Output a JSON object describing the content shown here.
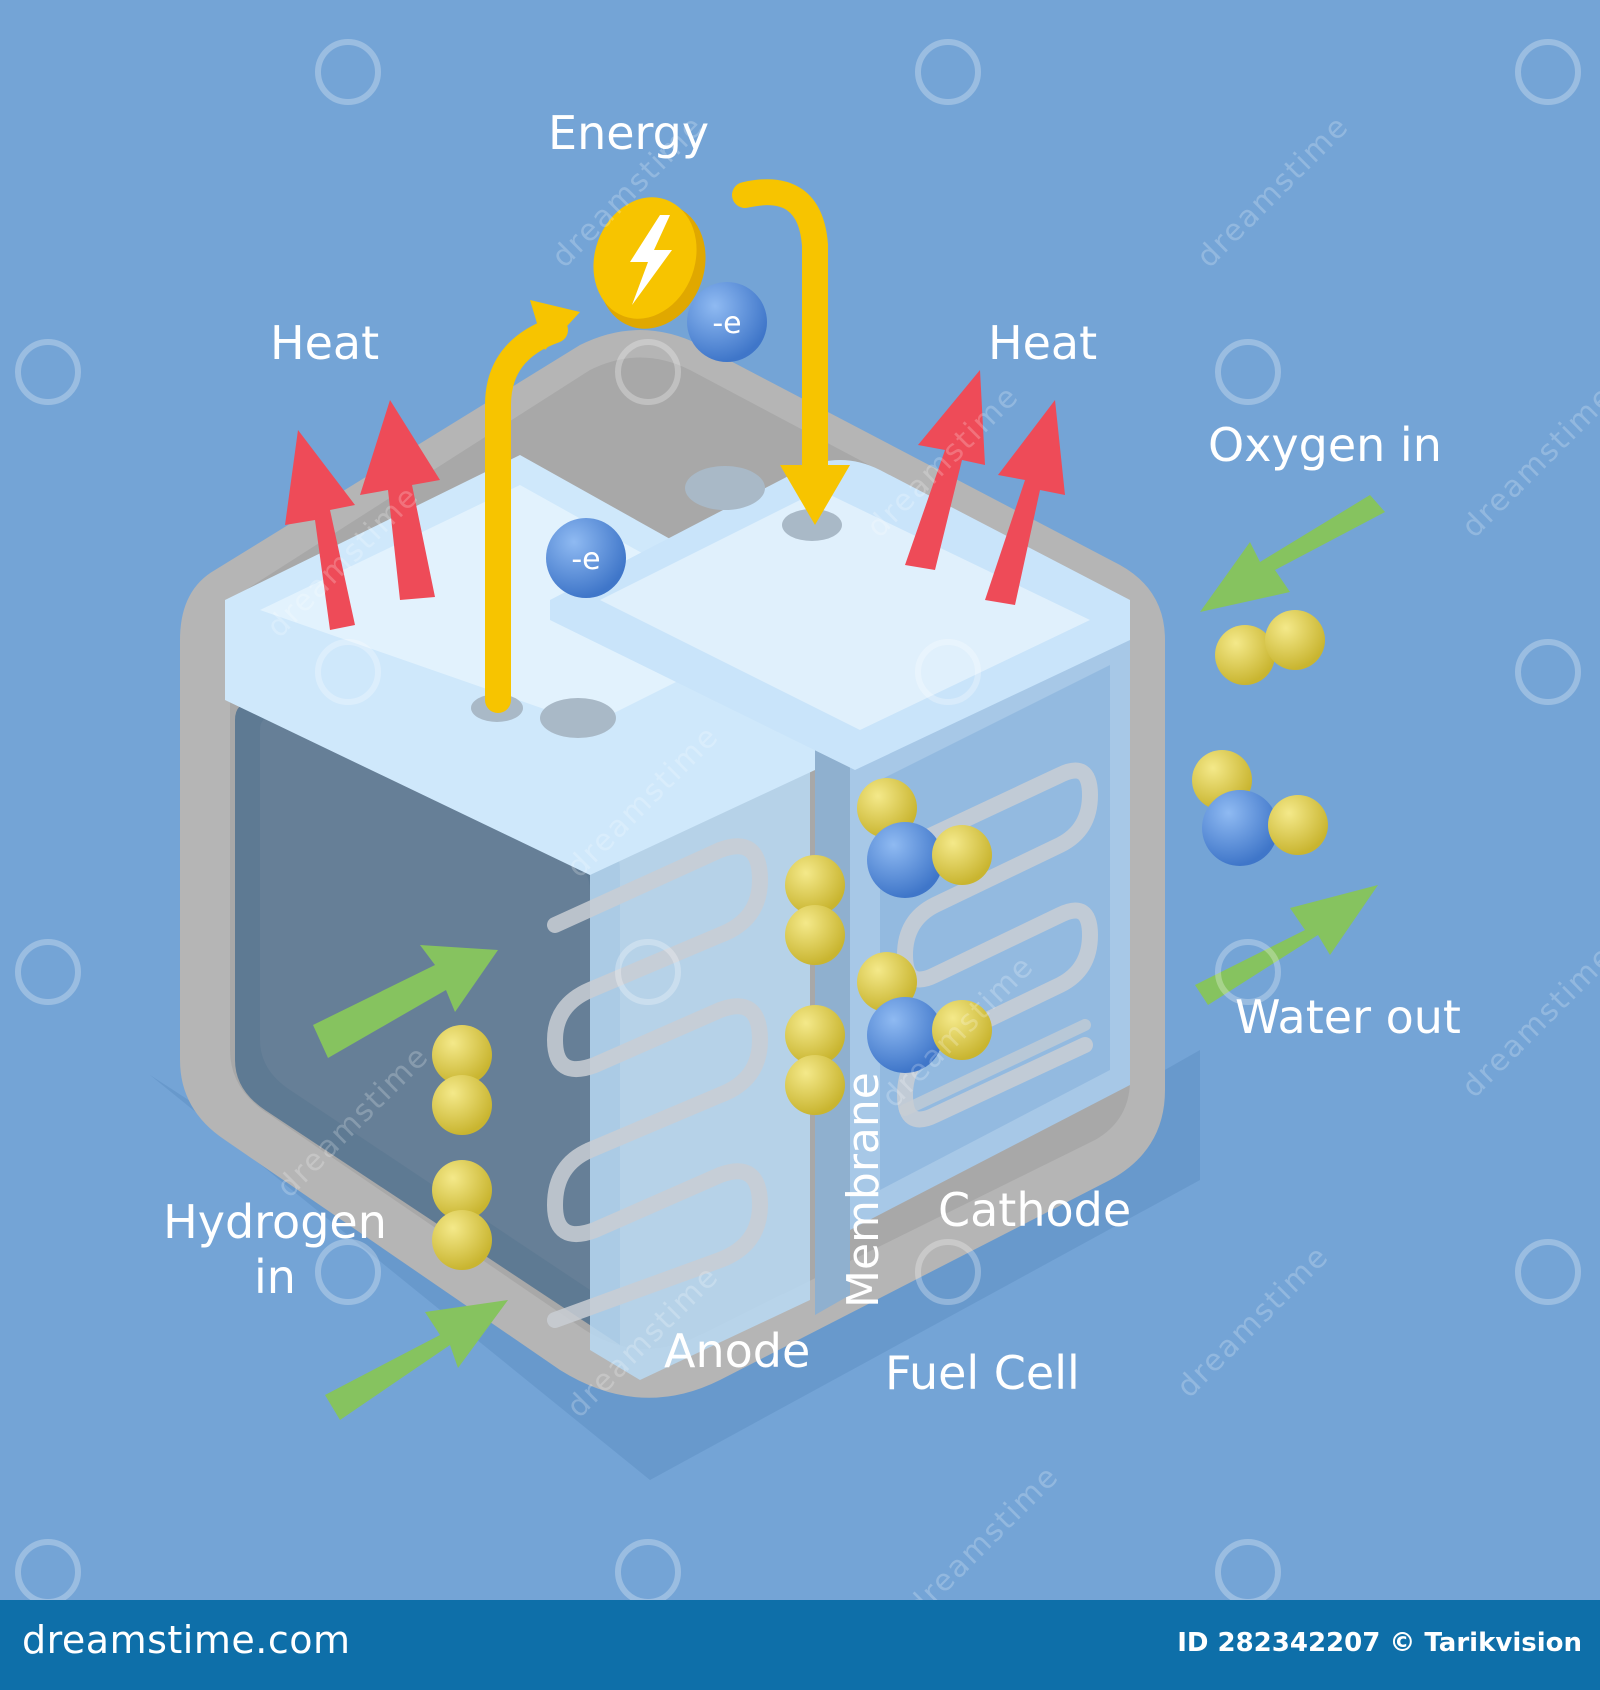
{
  "labels": {
    "energy": "Energy",
    "heat_left": "Heat",
    "heat_right": "Heat",
    "oxygen_in": "Oxygen in",
    "water_out": "Water out",
    "hydrogen_line1": "Hydrogen",
    "hydrogen_line2": "in",
    "membrane": "Membrane",
    "cathode": "Cathode",
    "anode": "Anode",
    "fuel_cell": "Fuel Cell",
    "electron_top": "-e",
    "electron_mid": "-e"
  },
  "footer": {
    "brand": "dreamstime.com",
    "credit": "ID 282342207 © Tarikvision"
  },
  "watermark": {
    "text": "dreamstime"
  },
  "colors": {
    "background": "#74a4d6",
    "heat_arrow": "#ee4b58",
    "flow_arrow": "#86c35f",
    "energy_arrow": "#f7c400",
    "hydrogen_atom": "#dccb44",
    "oxygen_atom": "#4a84d8",
    "footer": "#0e6fa9"
  }
}
